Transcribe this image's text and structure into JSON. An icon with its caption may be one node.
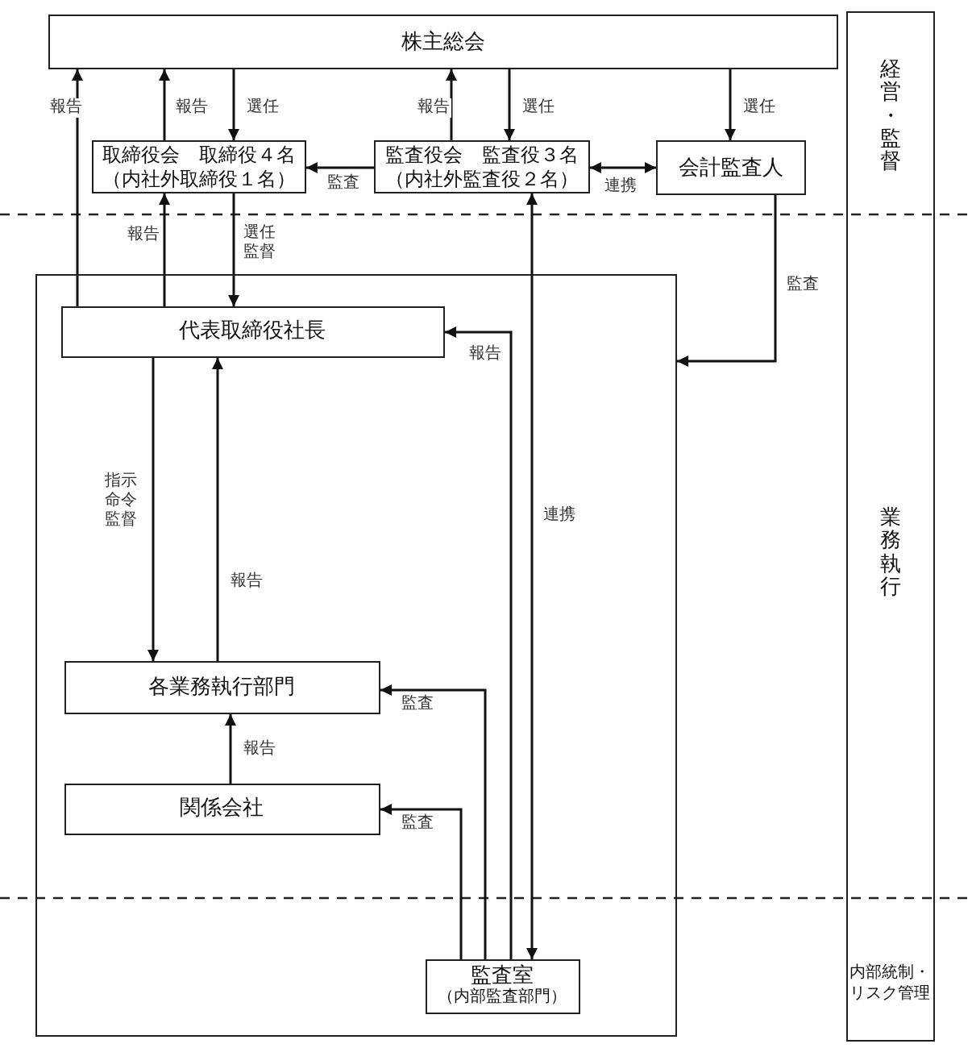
{
  "diagram": {
    "nodes": [
      {
        "text": [
          "株主総会"
        ]
      },
      {
        "text": [
          "取締役会　取締役４名",
          "（内社外取締役１名）"
        ]
      },
      {
        "text": [
          "監査役会　監査役３名",
          "（内社外監査役２名）"
        ]
      },
      {
        "text": [
          "会計監査人"
        ]
      },
      {
        "text": [],
        "shape": "box"
      },
      {
        "text": [
          "代表取締役社長"
        ],
        "in": 4
      },
      {
        "text": [
          "各業務執行部門"
        ],
        "in": 4
      },
      {
        "text": [
          "関係会社"
        ],
        "in": 4
      },
      {
        "text": [
          "監査室",
          "（内部監査部門）"
        ],
        "in": 4
      },
      {
        "text": [
          "経営・監督",
          "業務執行",
          "内部統制・リスク管理"
        ]
      }
    ],
    "edges": [
      {
        "from": 5,
        "to": 0,
        "arrow": "to",
        "label": "報告"
      },
      {
        "from": 1,
        "to": 0,
        "arrow": "to",
        "label": "報告"
      },
      {
        "from": 0,
        "to": 1,
        "arrow": "to",
        "label": "選任"
      },
      {
        "from": 2,
        "to": 0,
        "arrow": "to",
        "label": "報告"
      },
      {
        "from": 0,
        "to": 2,
        "arrow": "to",
        "label": "選任"
      },
      {
        "from": 0,
        "to": 3,
        "arrow": "to",
        "label": "選任"
      },
      {
        "from": 2,
        "to": 1,
        "arrow": "to",
        "label": "監査"
      },
      {
        "from": 2,
        "to": 3,
        "arrow": "both",
        "label": "連携"
      },
      {
        "from": 5,
        "to": 1,
        "arrow": "to",
        "label": "報告"
      },
      {
        "from": 1,
        "to": 5,
        "arrow": "to",
        "label": "選任監督"
      },
      {
        "from": 3,
        "to": 4,
        "arrow": "to",
        "label": "監査"
      },
      {
        "from": 5,
        "to": 6,
        "arrow": "to",
        "label": "指示命令監督"
      },
      {
        "from": 6,
        "to": 5,
        "arrow": "to",
        "label": "報告"
      },
      {
        "from": 8,
        "to": 5,
        "arrow": "to",
        "label": "報告"
      },
      {
        "from": 8,
        "to": 2,
        "arrow": "both",
        "label": "連携"
      },
      {
        "from": 7,
        "to": 6,
        "arrow": "to",
        "label": "報告"
      },
      {
        "from": 8,
        "to": 6,
        "arrow": "to",
        "label": "監査"
      },
      {
        "from": 8,
        "to": 7,
        "arrow": "to",
        "label": "監査"
      }
    ]
  }
}
